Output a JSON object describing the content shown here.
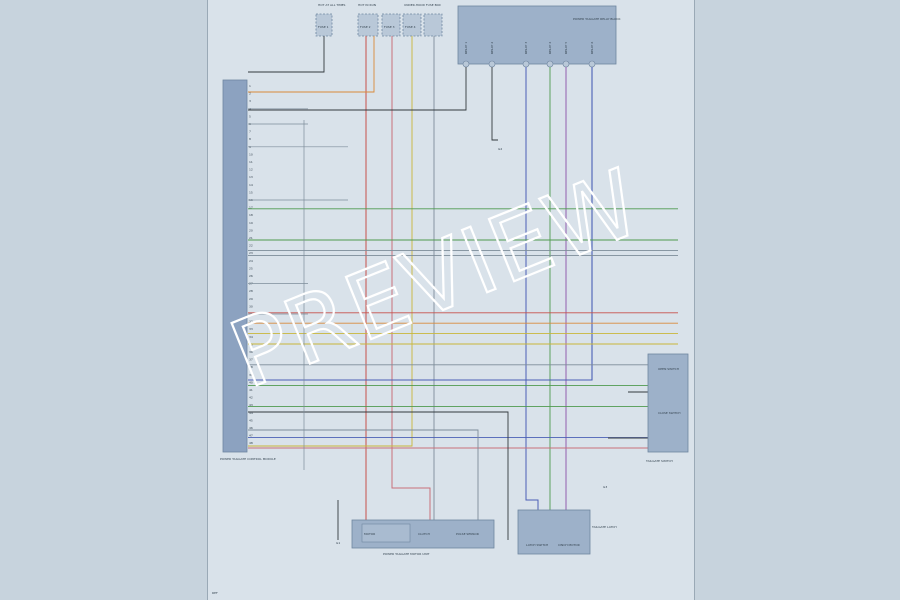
{
  "diagram": {
    "fuse_box": {
      "title": "FUSE BOX",
      "fuses": [
        {
          "id": "F1",
          "label": "FUSE 1"
        },
        {
          "id": "F2",
          "label": "FUSE 2"
        },
        {
          "id": "F3",
          "label": "FUSE 3"
        },
        {
          "id": "F4",
          "label": "FUSE 4"
        }
      ]
    },
    "fuse_notes": [
      "HOT AT ALL TIMES",
      "HOT IN RUN",
      "UNDER-HOOD FUSE BOX"
    ],
    "relay_block": {
      "title": "POWER TAILGATE RELAY BLOCK",
      "relays": [
        "RELAY 1",
        "RELAY 2",
        "RELAY 3",
        "RELAY 4",
        "RELAY 5",
        "RELAY 6"
      ]
    },
    "control_unit": {
      "title": "POWER TAILGATE CONTROL MODULE",
      "pin_count": 48
    },
    "wire_colors": {
      "red": "#c8504a",
      "orange": "#d98a3a",
      "yellow": "#c9b73a",
      "green": "#4f9a4f",
      "blue": "#4a5fb5",
      "purple": "#8a4fa8",
      "gray": "#7d8c99",
      "black": "#33393f",
      "pink": "#c9707a",
      "brown": "#8a6a4a"
    },
    "right_switch_box": {
      "title": "TAILGATE SWITCH",
      "switches": [
        "OPEN SWITCH",
        "CLOSE SWITCH"
      ]
    },
    "bottom_left_box": {
      "title": "POWER TAILGATE MOTOR UNIT",
      "parts": [
        "MOTOR",
        "CLUTCH",
        "PULSE SENSOR"
      ]
    },
    "bottom_right_box": {
      "title": "TAILGATE LATCH",
      "parts": [
        "LATCH SWITCH",
        "CINCH MOTOR"
      ]
    },
    "ground_labels": [
      "G1",
      "G2",
      "G3"
    ],
    "footer": "REF"
  },
  "watermark": "PREVIEW"
}
